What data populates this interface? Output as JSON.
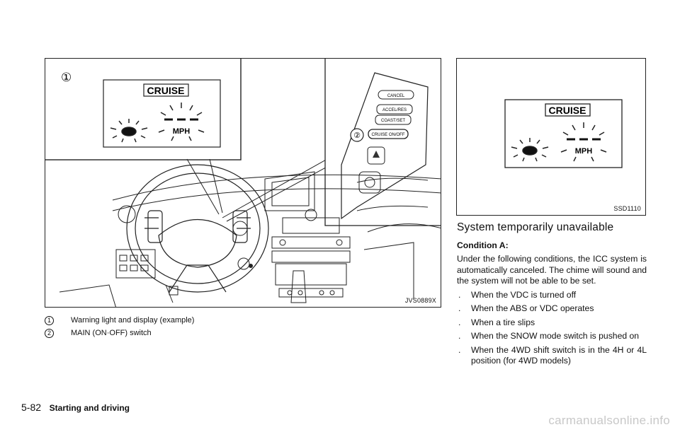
{
  "figure_left": {
    "code": "JVS0889X",
    "callout_1": "①",
    "callout_2": "②",
    "display_label": "CRUISE",
    "display_unit": "MPH",
    "switch_cancel": "CANCEL",
    "switch_accel": "ACCEL/RES",
    "switch_coast": "COAST/SET",
    "switch_main": "CRUISE ON/OFF"
  },
  "figure_right": {
    "code": "SSD1110",
    "display_label": "CRUISE",
    "display_unit": "MPH"
  },
  "legend": [
    {
      "num": "1",
      "text": "Warning light and display (example)"
    },
    {
      "num": "2",
      "text": "MAIN (ON·OFF) switch"
    }
  ],
  "section": {
    "title": "System temporarily unavailable",
    "condition": "Condition A:",
    "intro": "Under the following conditions, the ICC system is automatically canceled. The chime will sound and the system will not be able to be set.",
    "bullets": [
      "When the VDC is turned off",
      "When the ABS or VDC operates",
      "When a tire slips",
      "When the SNOW mode switch is pushed on",
      "When the 4WD shift switch is in the 4H or 4L position (for 4WD models)"
    ]
  },
  "footer": {
    "page": "5-82",
    "chapter": "Starting and driving"
  },
  "watermark": "carmanualsonline.info"
}
